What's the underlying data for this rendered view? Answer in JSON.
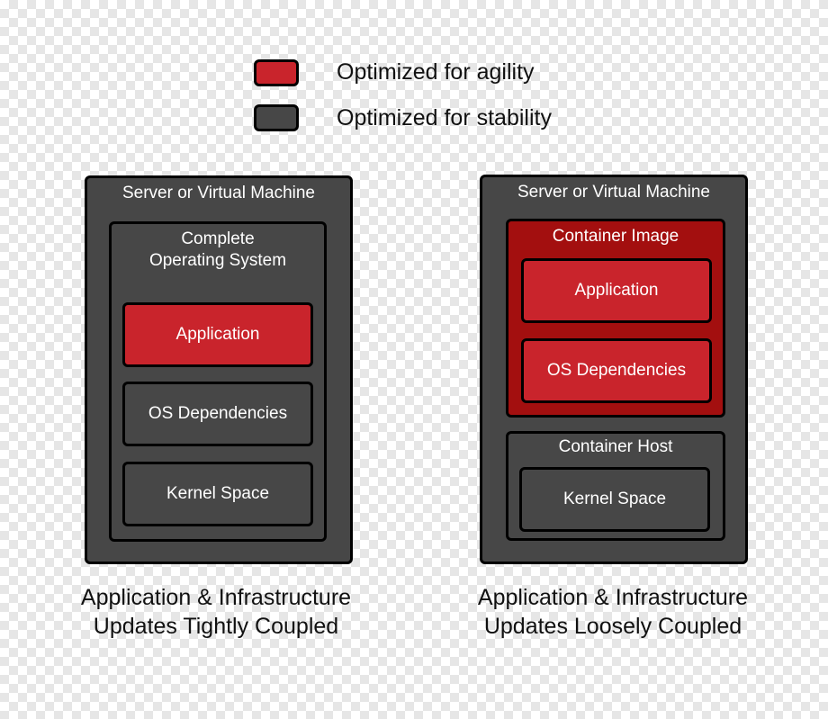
{
  "legend": {
    "items": [
      {
        "label": "Optimized for agility",
        "color": "#c9242c"
      },
      {
        "label": "Optimized for stability",
        "color": "#474747"
      }
    ]
  },
  "left": {
    "outer_label": "Server or Virtual Machine",
    "os_label": "Complete\nOperating System",
    "application": "Application",
    "os_dependencies": "OS Dependencies",
    "kernel_space": "Kernel Space",
    "caption": "Application & Infrastructure\nUpdates Tightly Coupled"
  },
  "right": {
    "outer_label": "Server or Virtual Machine",
    "container_image_label": "Container Image",
    "application": "Application",
    "os_dependencies": "OS Dependencies",
    "container_host_label": "Container Host",
    "kernel_space": "Kernel Space",
    "caption": "Application & Infrastructure\nUpdates Loosely Coupled"
  }
}
